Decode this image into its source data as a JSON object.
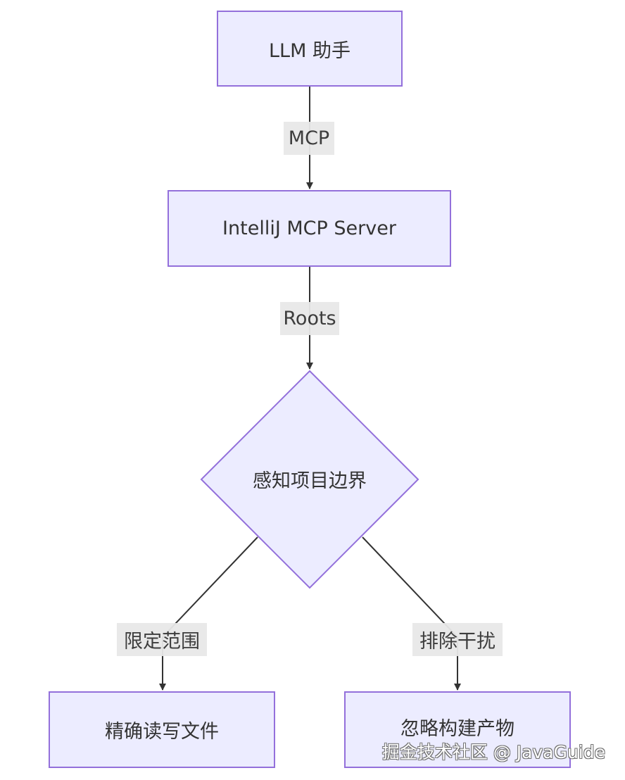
{
  "diagram": {
    "type": "flowchart",
    "colors": {
      "node_fill": "#ececff",
      "node_stroke": "#9370db",
      "edge": "#333333",
      "edge_label_bg": "#e8e8e8"
    },
    "nodes": {
      "llm": {
        "label": "LLM 助手"
      },
      "server": {
        "label": "IntelliJ MCP Server"
      },
      "decision": {
        "label": "感知项目边界"
      },
      "left": {
        "label": "精确读写文件"
      },
      "right": {
        "label": "忽略构建产物"
      }
    },
    "edges": {
      "e1": {
        "from": "llm",
        "to": "server",
        "label": "MCP"
      },
      "e2": {
        "from": "server",
        "to": "decision",
        "label": "Roots"
      },
      "e3": {
        "from": "decision",
        "to": "left",
        "label": "限定范围"
      },
      "e4": {
        "from": "decision",
        "to": "right",
        "label": "排除干扰"
      }
    }
  },
  "watermark": "掘金技术社区 @ JavaGuide"
}
